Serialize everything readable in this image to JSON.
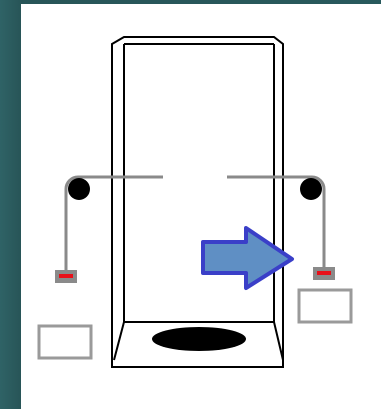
{
  "diagram": {
    "colors": {
      "background": "#2a5a5e",
      "canvas": "#ffffff",
      "outline": "#000000",
      "string": "#8a8a8a",
      "weight_fill": "#8a8a8a",
      "weight_mark": "#e8101a",
      "tray": "#9a9a9a",
      "arrow_fill": "#5f8fc4",
      "arrow_stroke": "#3a3fc8"
    },
    "elements": {
      "column": "glass-column",
      "base_disk": "black-disk",
      "left_pulley": "pulley",
      "right_pulley": "pulley",
      "arrow": "right-arrow"
    }
  }
}
